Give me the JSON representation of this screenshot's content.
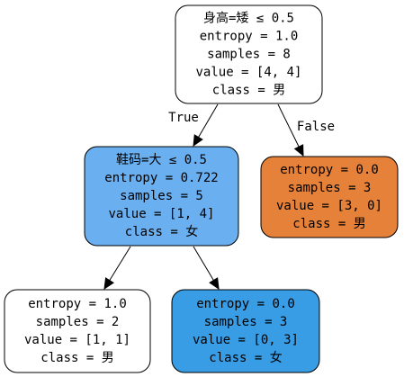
{
  "tree": {
    "nodes": [
      {
        "id": "root",
        "lines": [
          "身高=矮 ≤ 0.5",
          "entropy = 1.0",
          "samples = 8",
          "value = [4, 4]",
          "class = 男"
        ],
        "fill": "#ffffff"
      },
      {
        "id": "left",
        "lines": [
          "鞋码=大 ≤ 0.5",
          "entropy = 0.722",
          "samples = 5",
          "value = [1, 4]",
          "class = 女"
        ],
        "fill": "#6aaff0"
      },
      {
        "id": "right",
        "lines": [
          "entropy = 0.0",
          "samples = 3",
          "value = [3, 0]",
          "class = 男"
        ],
        "fill": "#e58139"
      },
      {
        "id": "left_left",
        "lines": [
          "entropy = 1.0",
          "samples = 2",
          "value = [1, 1]",
          "class = 男"
        ],
        "fill": "#ffffff"
      },
      {
        "id": "left_right",
        "lines": [
          "entropy = 0.0",
          "samples = 3",
          "value = [0, 3]",
          "class = 女"
        ],
        "fill": "#399de5"
      }
    ],
    "edges": [
      {
        "from": "root",
        "to": "left",
        "label": "True"
      },
      {
        "from": "root",
        "to": "right",
        "label": "False"
      },
      {
        "from": "left",
        "to": "left_left",
        "label": ""
      },
      {
        "from": "left",
        "to": "left_right",
        "label": ""
      }
    ]
  }
}
